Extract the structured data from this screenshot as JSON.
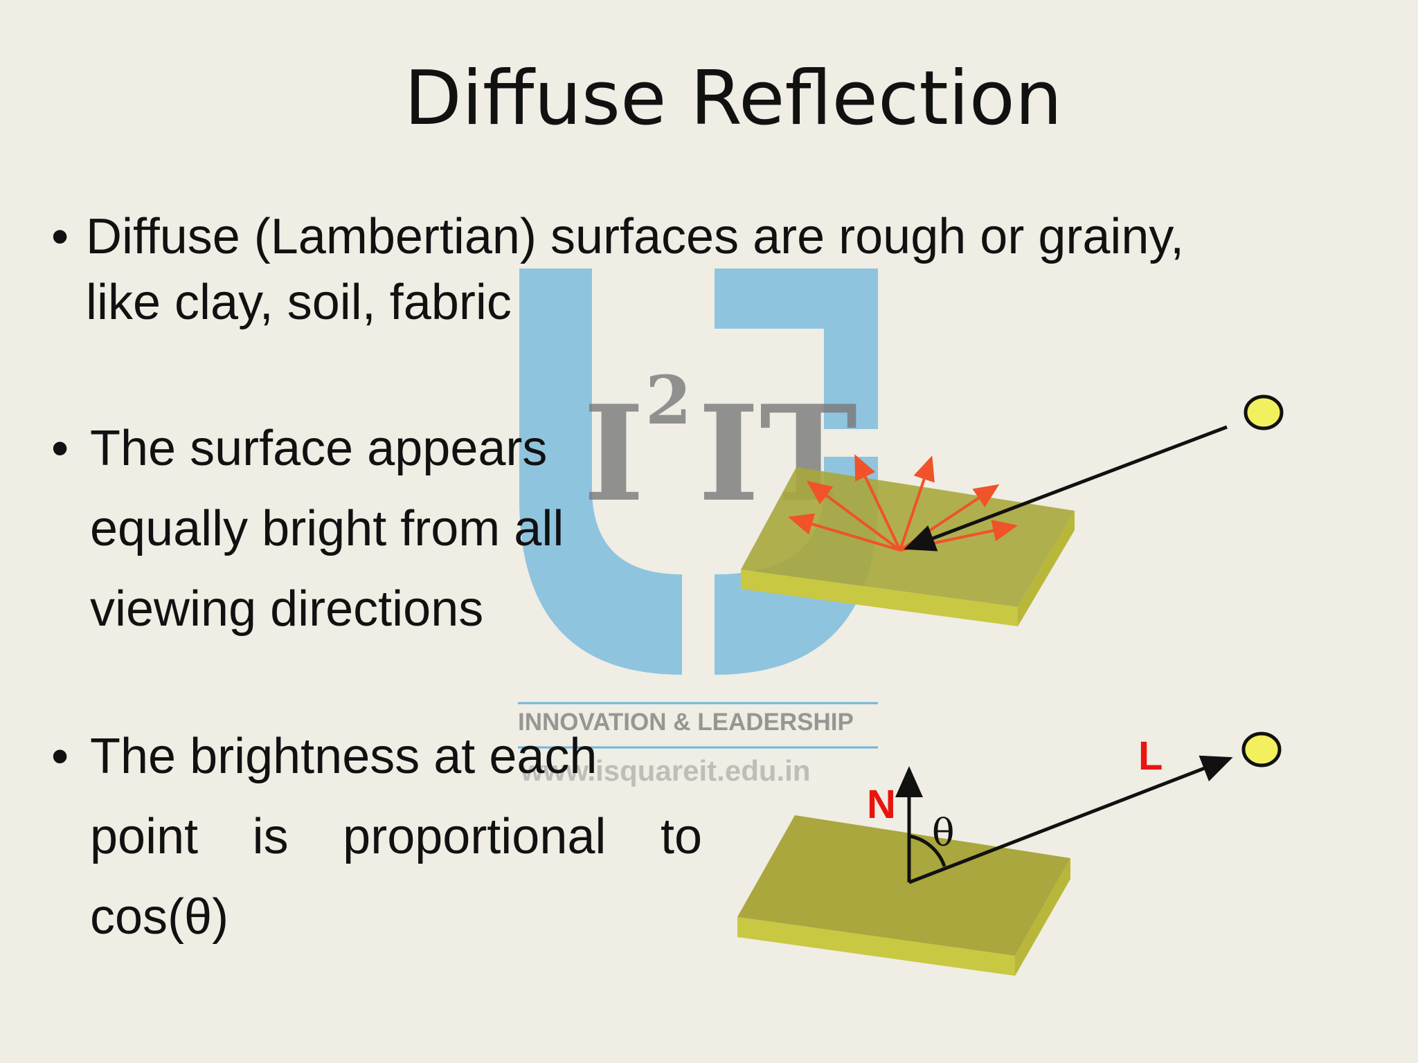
{
  "title": "Diffuse Reflection",
  "bullet_symbol": "•",
  "bullets": [
    {
      "lines": [
        "Diffuse (Lambertian) surfaces are rough or grainy,",
        "like clay, soil, fabric"
      ]
    },
    {
      "lines": [
        "The surface appears",
        "equally bright from all",
        "viewing directions"
      ]
    },
    {
      "lines": [
        "The brightness at each",
        "point is proportional to",
        "cos(θ)"
      ],
      "line2_words": [
        "point",
        "is",
        "proportional",
        "to"
      ]
    }
  ],
  "watermark": {
    "logo_text": "I²IT",
    "tagline": "INNOVATION & LEADERSHIP",
    "url": "www.isquareit.edu.in"
  },
  "diagram": {
    "normal_label": "N",
    "light_label": "L",
    "angle_label": "θ"
  },
  "colors": {
    "background": "#efede4",
    "surface_top": "#a9a73d",
    "surface_side": "#c9c842",
    "ray": "#f0522a",
    "light_source": "#f3f060",
    "label_red": "#e8150f",
    "watermark_blue": "#6fb6dc"
  }
}
